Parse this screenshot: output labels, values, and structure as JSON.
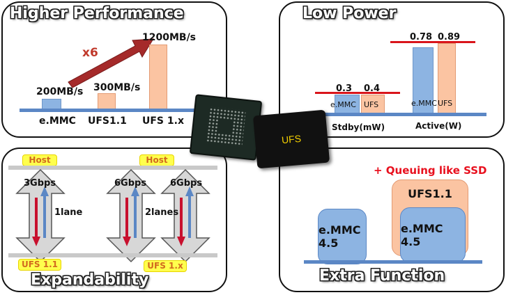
{
  "performance": {
    "title": "Higher Performance",
    "multiplier": "x6",
    "bars": [
      {
        "label": "e.MMC",
        "value_label": "200MB/s",
        "value": 200
      },
      {
        "label": "UFS1.1",
        "value_label": "300MB/s",
        "value": 300
      },
      {
        "label": "UFS 1.x",
        "value_label": "1200MB/s",
        "value": 1200
      }
    ]
  },
  "chip": {
    "label": "UFS"
  },
  "power": {
    "title": "Low Power",
    "groups": [
      {
        "label": "Stdby(mW)",
        "emmc_value": "0.3",
        "ufs_value": "0.4",
        "emmc_label": "e.MMC",
        "ufs_label": "UFS"
      },
      {
        "label": "Active(W)",
        "emmc_value": "0.78",
        "ufs_value": "0.89",
        "emmc_label": "e.MMC",
        "ufs_label": "UFS"
      }
    ]
  },
  "expand": {
    "title": "Expandability",
    "host_label": "Host",
    "left_device": "UFS 1.1",
    "right_device": "UFS 1.x",
    "left_speed": "3Gbps",
    "left_lanes": "1lane",
    "right_speed_1": "6Gbps",
    "right_speed_2": "6Gbps",
    "right_lanes": "2lanes"
  },
  "extra": {
    "title": "Extra Function",
    "headline": "+ Queuing like SSD",
    "box_left": "e.MMC 4.5",
    "box_outer": "UFS1.1",
    "box_inner": "e.MMC 4.5"
  },
  "colors": {
    "emmc": "#8db4e2",
    "ufs": "#fbc4a2",
    "arrow_red": "#b22222",
    "accent_red": "#d9151b"
  }
}
